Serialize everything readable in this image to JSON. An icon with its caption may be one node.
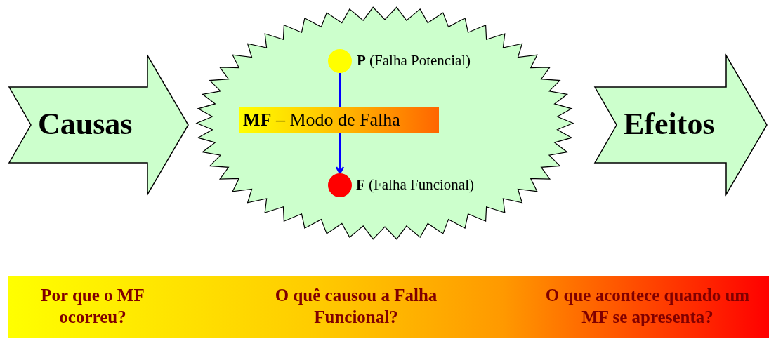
{
  "diagram": {
    "nodes": [
      {
        "text": [
          "Causas"
        ]
      },
      {
        "text": [],
        "shape": "star"
      },
      {
        "text": [],
        "shape": "circle",
        "in": 1,
        "beside": [
          "**P** (Falha Potencial)"
        ]
      },
      {
        "text": [],
        "shape": "circle",
        "in": 1,
        "beside": [
          "**F** (Falha Funcional)"
        ]
      },
      {
        "text": [
          "Efeitos"
        ]
      },
      {
        "text": [
          "Por que o MF ocorreu?",
          "O quê causou a Falha Funcional?",
          "O que acontece quando um MF se apresenta?"
        ]
      }
    ],
    "edges": [
      {
        "from": 2,
        "to": 3,
        "arrow": "to",
        "label": "**MF** – Modo de Falha",
        "color": "#0000ff"
      }
    ]
  }
}
